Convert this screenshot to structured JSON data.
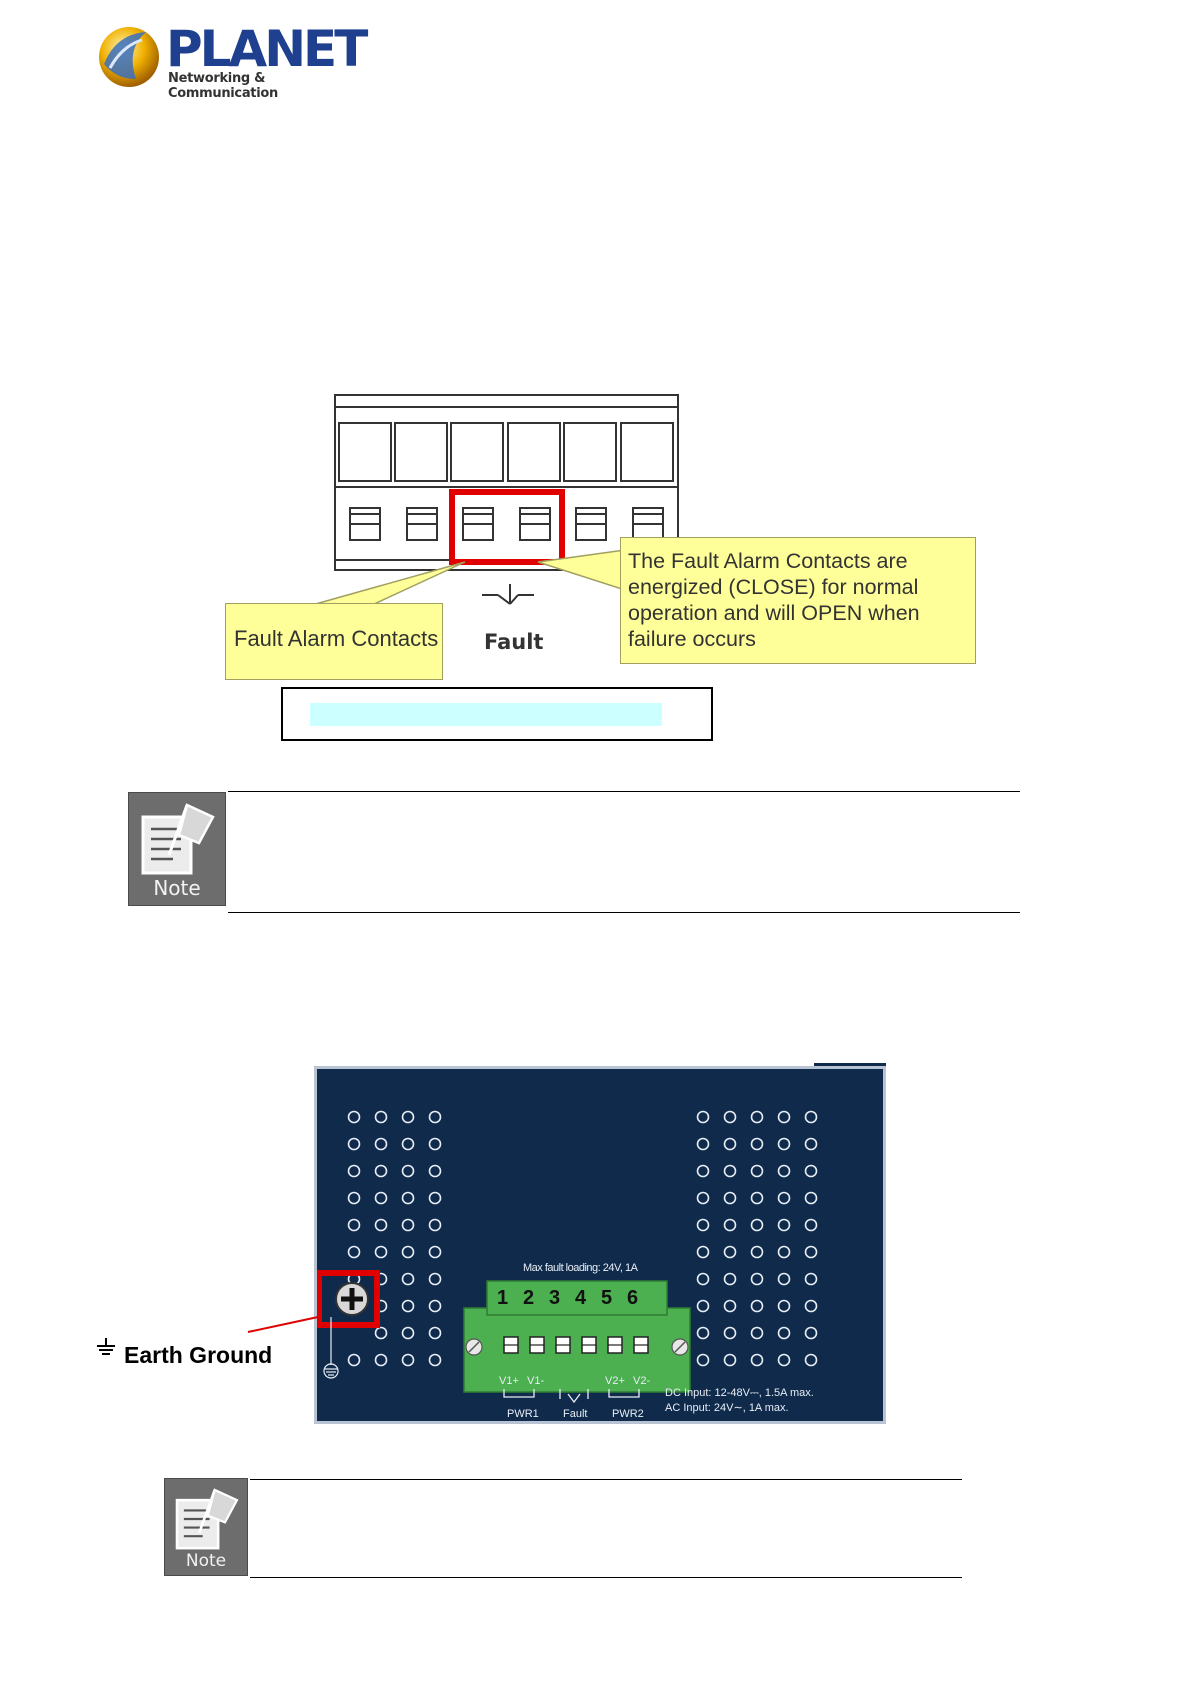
{
  "header": {
    "brand": "PLANET",
    "tagline": "Networking & Communication"
  },
  "fault_figure": {
    "callout_left": "Fault Alarm Contacts",
    "callout_right": "The Fault Alarm Contacts are energized (CLOSE) for normal operation and will OPEN when failure occurs",
    "fault_label": "Fault"
  },
  "notes": [
    {
      "icon_label": "Note"
    },
    {
      "icon_label": "Note"
    }
  ],
  "panel": {
    "max_load": "Max fault loading: 24V, 1A",
    "terminals": [
      "1",
      "2",
      "3",
      "4",
      "5",
      "6"
    ],
    "pin_labels": [
      "V1+",
      "V1-",
      "V2+",
      "V2-"
    ],
    "group_labels": [
      "PWR1",
      "Fault",
      "PWR2"
    ],
    "dc_input": "DC Input: 12-48V⎓, 1.5A max.",
    "ac_input": "AC Input: 24V∼, 1A max."
  },
  "earth_ground": {
    "label": "Earth Ground"
  },
  "colors": {
    "brand_blue": "#1f3f8f",
    "callout_yellow": "#ffff99",
    "highlight_red": "#e00000",
    "panel_navy": "#0f2a4a",
    "terminal_green": "#4caf50"
  }
}
